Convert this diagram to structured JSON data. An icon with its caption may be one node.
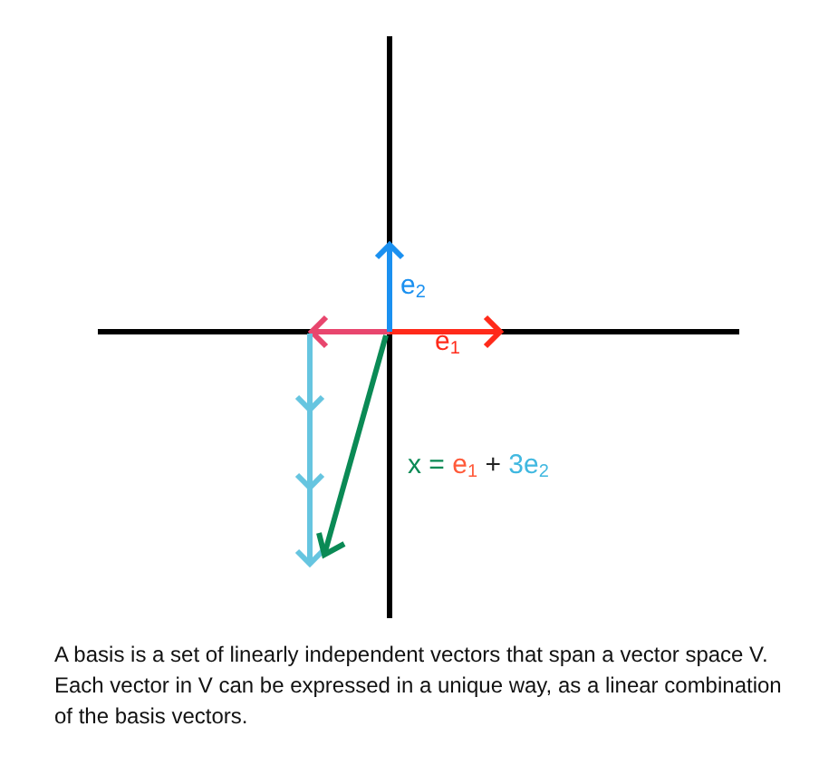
{
  "diagram": {
    "caption": "A basis is a set of linearly independent vectors that span a vector space V. Each vector in V can be expressed in a unique way, as a linear combination of the basis vectors.",
    "labels": [
      "e$_{2}$",
      "e$_{1}$",
      "x = e$_{1}$ + 3e$_{2}$"
    ]
  }
}
